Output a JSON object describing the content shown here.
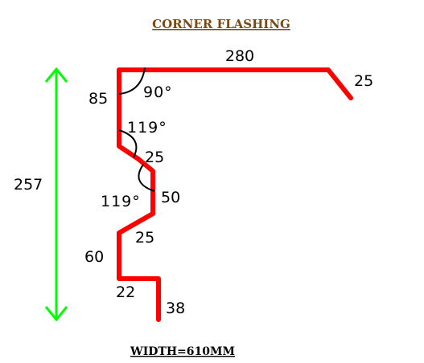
{
  "title": "CORNER  FLASHING",
  "footer": "WIDTH=610MM",
  "colors": {
    "profile": "#ff0000",
    "height_arrow": "#00ff00",
    "title": "#7a4a12",
    "text": "#000000"
  },
  "dimensions": {
    "top_length": "280",
    "lip": "25",
    "left_drop": "85",
    "overall_height": "257",
    "diag_1": "25",
    "vertical_short": "50",
    "diag_2": "25",
    "vertical_lower": "60",
    "bottom_step": "22",
    "end_drop": "38"
  },
  "angles": {
    "top": "90°",
    "upper": "119°",
    "lower": "119°"
  }
}
